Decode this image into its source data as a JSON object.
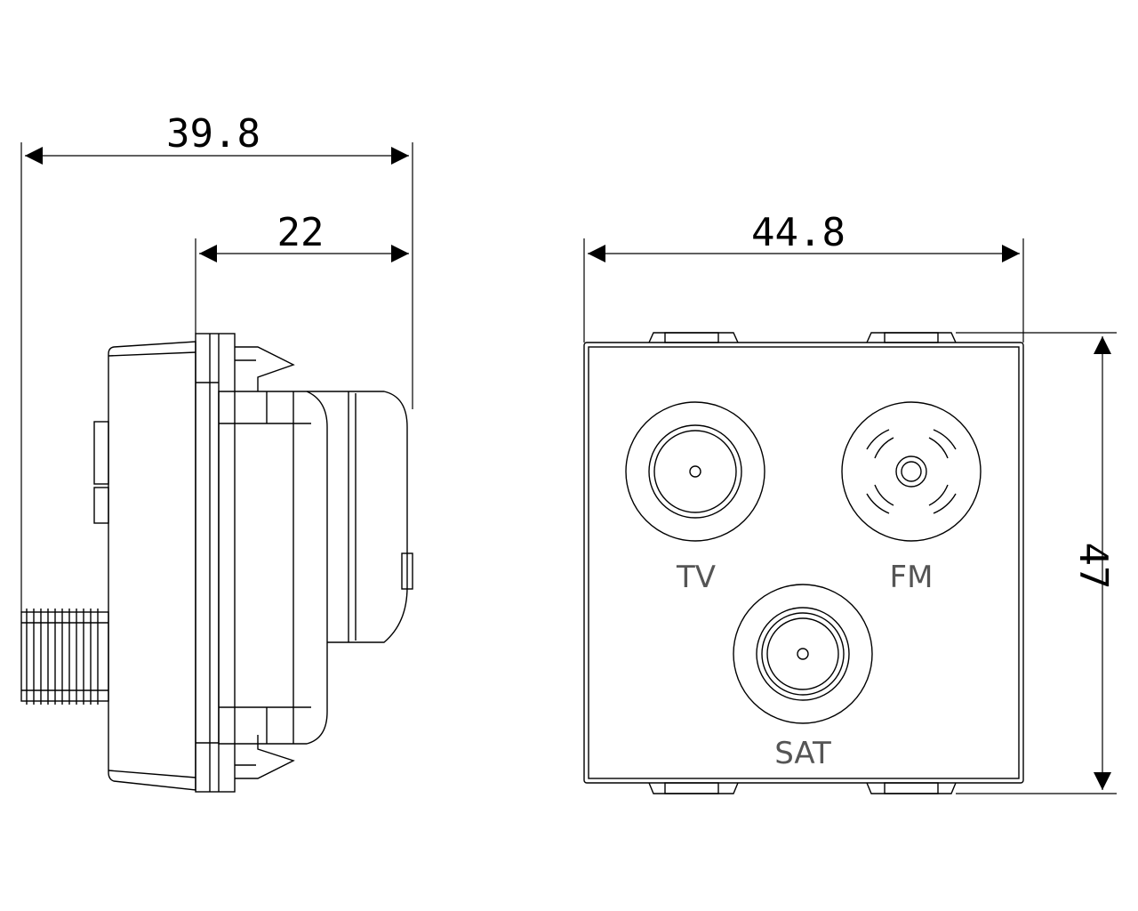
{
  "dimensions": {
    "overall_depth": "39.8",
    "body_depth": "22",
    "front_width": "44.8",
    "front_height": "47"
  },
  "ports": {
    "tv": "TV",
    "fm": "FM",
    "sat": "SAT"
  },
  "colors": {
    "line": "#000000",
    "label": "#555555",
    "background": "#ffffff"
  }
}
